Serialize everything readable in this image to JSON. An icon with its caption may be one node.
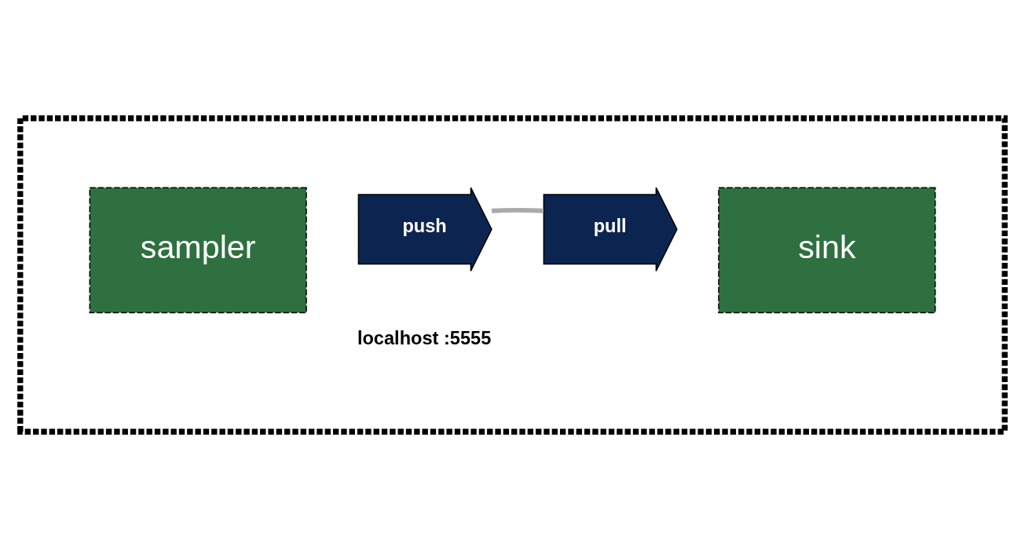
{
  "diagram": {
    "nodes": [
      {
        "text": [],
        "shape": "box"
      },
      {
        "text": [
          "sampler"
        ],
        "in": 0
      },
      {
        "text": [
          "push"
        ],
        "in": 0,
        "beside": [
          "localhost :5555"
        ]
      },
      {
        "text": [
          "pull"
        ],
        "in": 0
      },
      {
        "text": [
          "sink"
        ],
        "in": 0
      }
    ],
    "edges": [
      {
        "from": 2,
        "to": 3,
        "arrow": "none",
        "color": "#aaaaaa"
      }
    ]
  }
}
